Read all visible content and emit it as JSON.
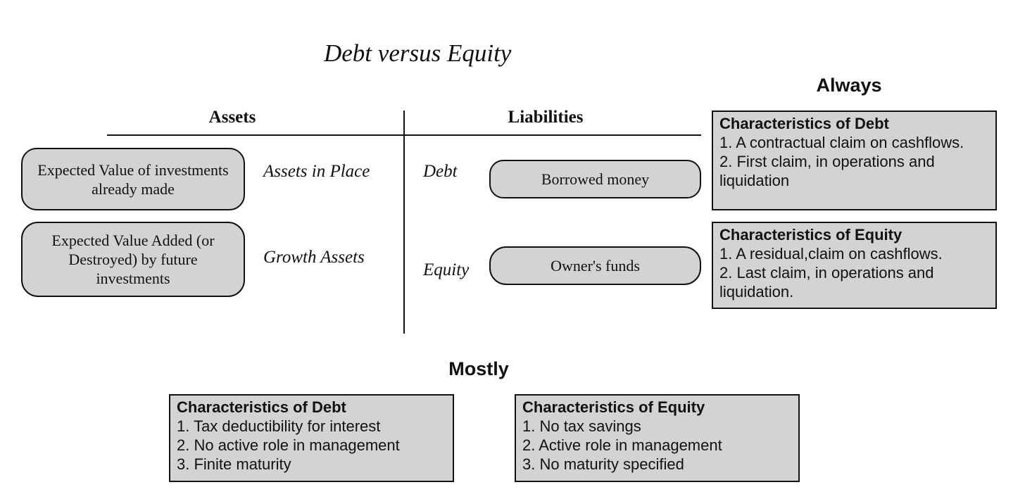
{
  "title": "Debt versus Equity",
  "always_heading": "Always",
  "mostly_heading": "Mostly",
  "balance_sheet": {
    "assets_header": "Assets",
    "liabilities_header": "Liabilities",
    "assets": [
      {
        "box_text": "Expected Value of investments already made",
        "label": "Assets in Place"
      },
      {
        "box_text": "Expected Value Added (or Destroyed) by future investments",
        "label": "Growth Assets"
      }
    ],
    "liabilities": [
      {
        "label": "Debt",
        "box_text": "Borrowed money"
      },
      {
        "label": "Equity",
        "box_text": "Owner's funds"
      }
    ]
  },
  "always_boxes": [
    {
      "title": "Characteristics of Debt",
      "lines": [
        "1. A contractual claim on cashflows.",
        "2. First claim, in operations and liquidation"
      ]
    },
    {
      "title": "Characteristics of Equity",
      "lines": [
        "1. A residual,claim on cashflows.",
        "2. Last claim, in operations and liquidation."
      ]
    }
  ],
  "mostly_boxes": [
    {
      "title": "Characteristics of Debt",
      "lines": [
        "1. Tax deductibility for interest",
        "2. No active role in management",
        "3. Finite maturity"
      ]
    },
    {
      "title": "Characteristics of Equity",
      "lines": [
        "1. No tax savings",
        "2. Active role in management",
        "3. No maturity specified"
      ]
    }
  ]
}
